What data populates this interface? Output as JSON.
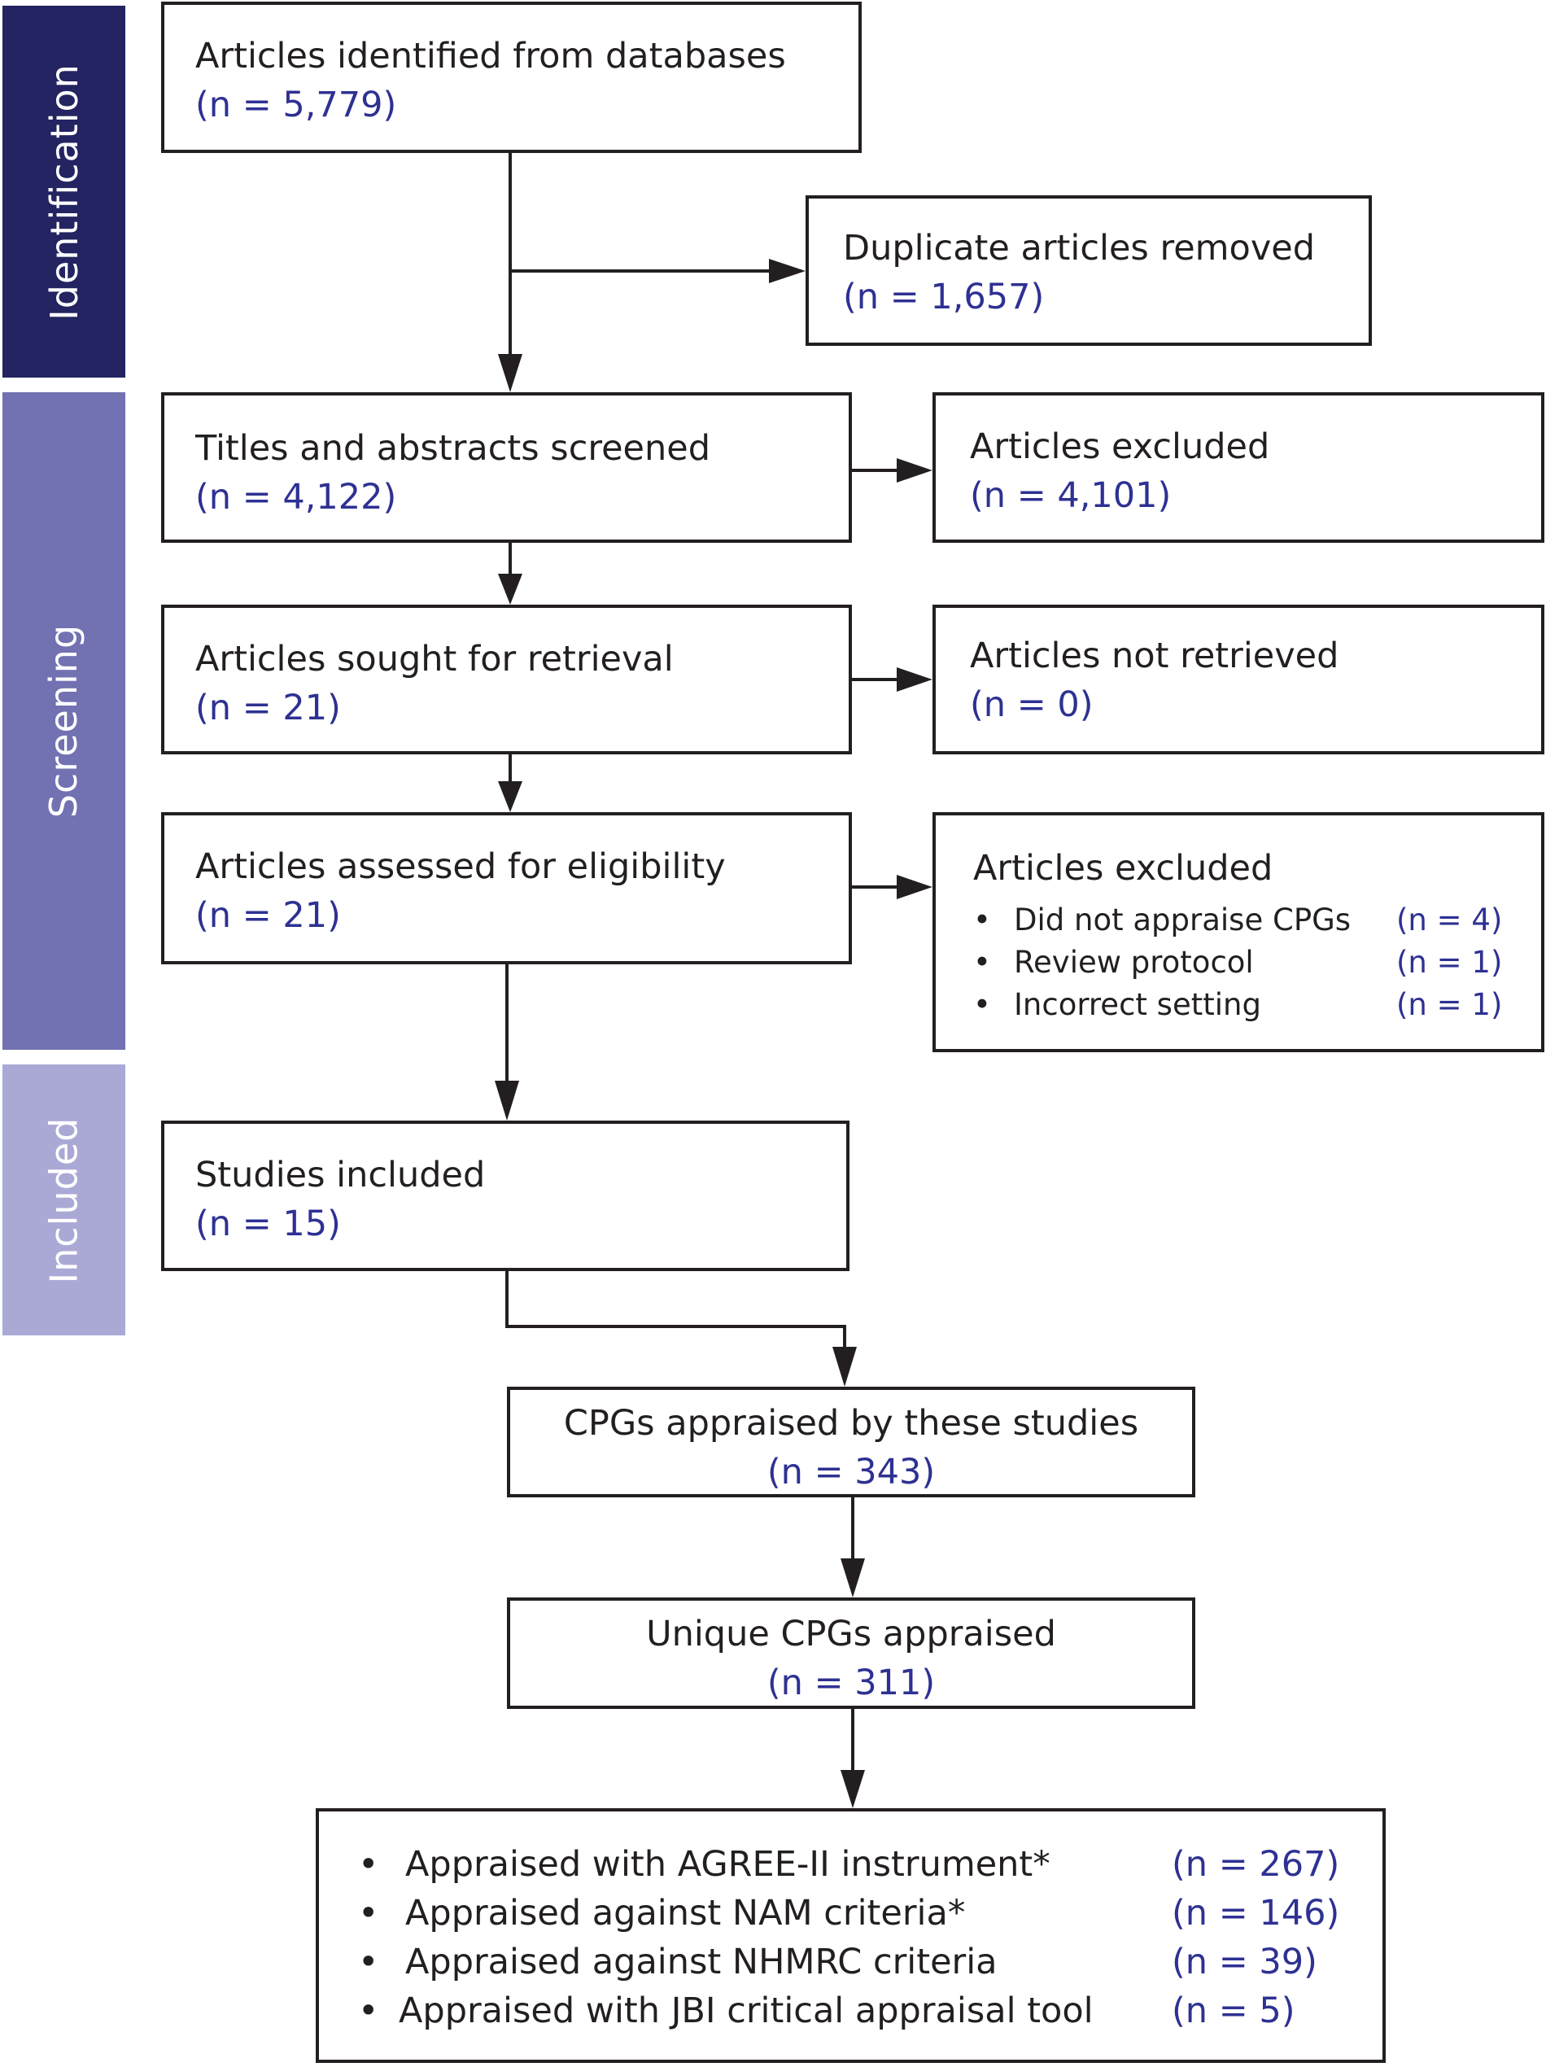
{
  "stages": {
    "identification": "Identification",
    "screening": "Screening",
    "included": "Included"
  },
  "boxes": {
    "identified": {
      "title": "Articles identified from databases",
      "count": "(n = 5,779)"
    },
    "duplicates": {
      "title": "Duplicate articles removed",
      "count": "(n = 1,657)"
    },
    "screened": {
      "title": "Titles and abstracts screened",
      "count": "(n = 4,122)"
    },
    "excluded_screen": {
      "title": "Articles excluded",
      "count": "(n = 4,101)"
    },
    "sought": {
      "title": "Articles sought for retrieval",
      "count": "(n = 21)"
    },
    "not_retrieved": {
      "title": "Articles not retrieved",
      "count": "(n = 0)"
    },
    "assessed": {
      "title": "Articles assessed for eligibility",
      "count": "(n = 21)"
    },
    "excluded_elig": {
      "title": "Articles excluded",
      "items": [
        {
          "label": "Did not appraise CPGs",
          "count": "(n = 4)"
        },
        {
          "label": "Review protocol",
          "count": "(n = 1)"
        },
        {
          "label": "Incorrect setting",
          "count": "(n = 1)"
        }
      ]
    },
    "included": {
      "title": "Studies included",
      "count": "(n = 15)"
    },
    "cpgs_appraised": {
      "title": "CPGs appraised by these studies",
      "count": "(n = 343)"
    },
    "unique_cpgs": {
      "title": "Unique CPGs appraised",
      "count": "(n = 311)"
    },
    "appraisal_methods": {
      "items": [
        {
          "label": "Appraised with AGREE-II instrument*",
          "count": "(n = 267)"
        },
        {
          "label": "Appraised against NAM criteria*",
          "count": "(n = 146)"
        },
        {
          "label": "Appraised against NHMRC criteria",
          "count": "(n = 39)"
        },
        {
          "label": "Appraised with JBI critical appraisal tool",
          "count": "(n = 5)"
        }
      ]
    }
  },
  "bullet": "•",
  "colors": {
    "identification": "#232461",
    "screening": "#7271b2",
    "included": "#aaa9d6",
    "count_text": "#2e3192",
    "border": "#231f20"
  }
}
